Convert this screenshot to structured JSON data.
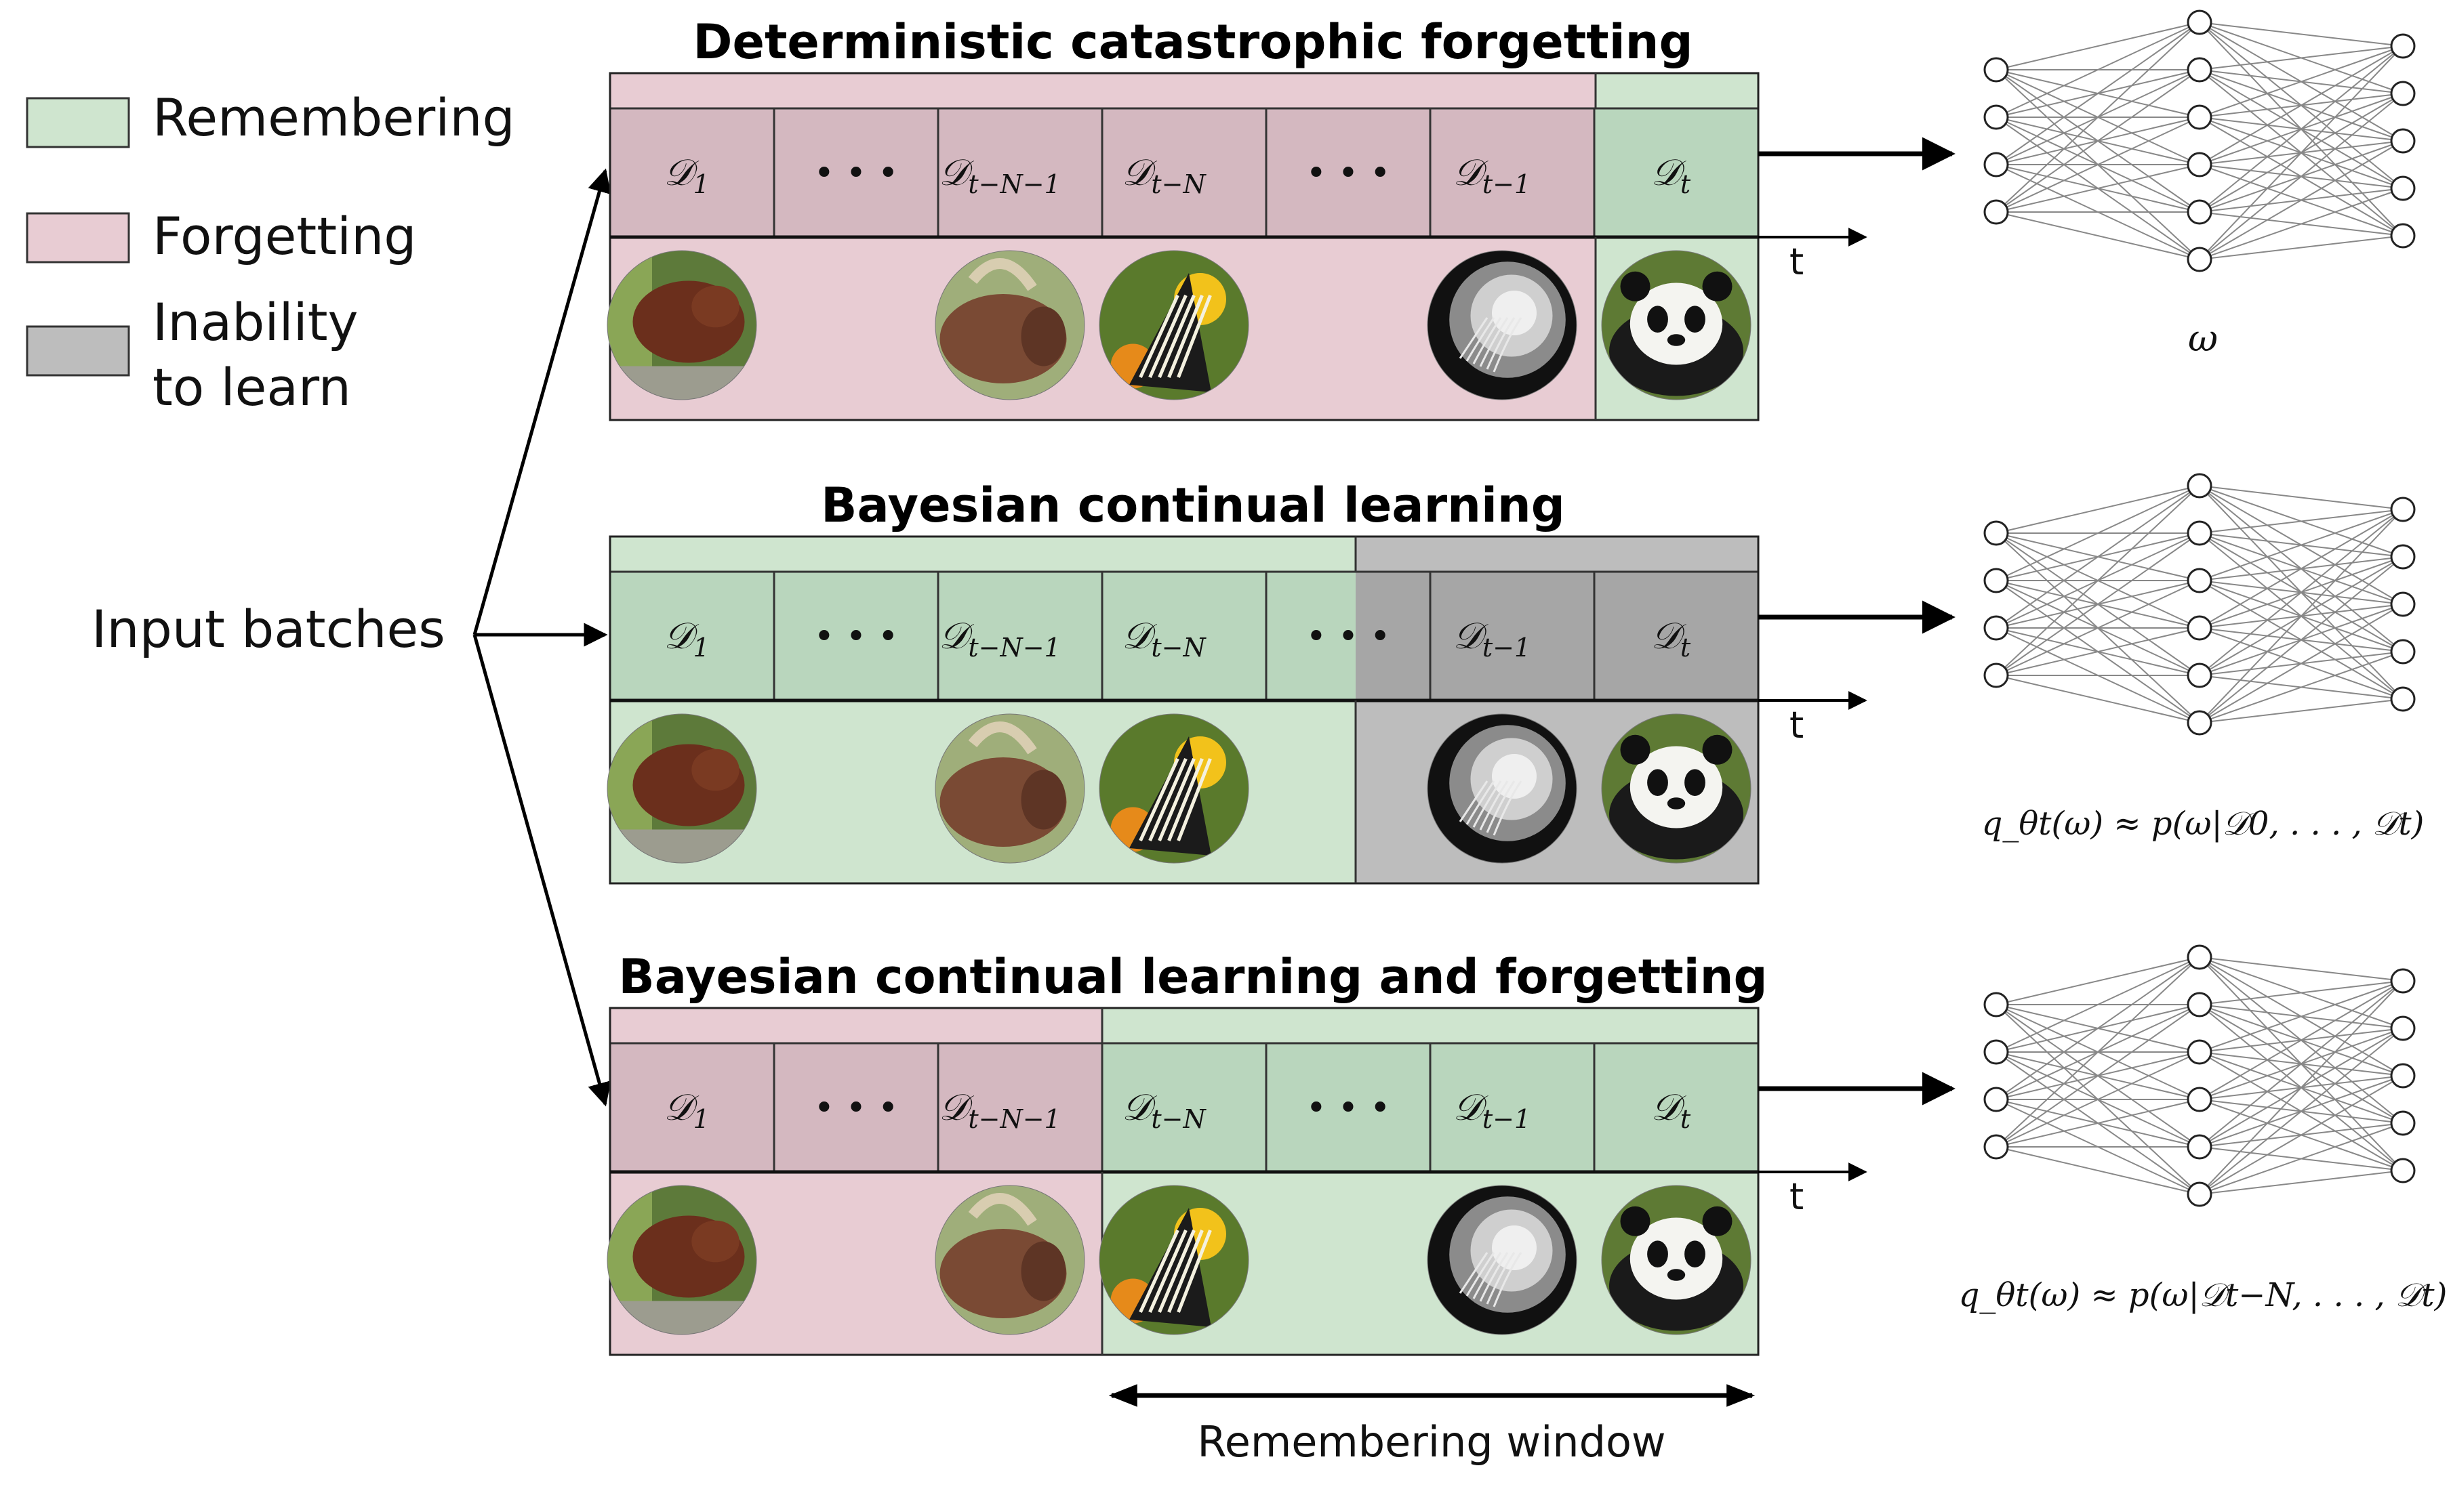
{
  "legend": {
    "items": [
      {
        "label": "Remembering",
        "color": "#cfe5cf"
      },
      {
        "label": "Forgetting",
        "color": "#e8ccd3"
      },
      {
        "label": "Inability",
        "label2": "to learn",
        "color": "#bdbdbd"
      }
    ]
  },
  "input_label": "Input batches",
  "time_label": "t",
  "panels": [
    {
      "title": "Deterministic catastrophic forgetting",
      "cells": [
        {
          "base": "𝒟",
          "sub": "1"
        },
        {
          "dots": "• • •"
        },
        {
          "base": "𝒟",
          "sub": "t−N−1"
        },
        {
          "base": "𝒟",
          "sub": "t−N"
        },
        {
          "dots": "• • •"
        },
        {
          "base": "𝒟",
          "sub": "t−1"
        },
        {
          "base": "𝒟",
          "sub": "t"
        }
      ],
      "net_label": "ω"
    },
    {
      "title": "Bayesian continual learning",
      "cells": [
        {
          "base": "𝒟",
          "sub": "1"
        },
        {
          "dots": "• • •"
        },
        {
          "base": "𝒟",
          "sub": "t−N−1"
        },
        {
          "base": "𝒟",
          "sub": "t−N"
        },
        {
          "dots": "• • •"
        },
        {
          "base": "𝒟",
          "sub": "t−1"
        },
        {
          "base": "𝒟",
          "sub": "t"
        }
      ],
      "net_label": "q_θt(ω) ≈ p(ω|𝒟0, . . . , 𝒟t)"
    },
    {
      "title": "Bayesian continual learning and forgetting",
      "cells": [
        {
          "base": "𝒟",
          "sub": "1"
        },
        {
          "dots": "• • •"
        },
        {
          "base": "𝒟",
          "sub": "t−N−1"
        },
        {
          "base": "𝒟",
          "sub": "t−N"
        },
        {
          "dots": "• • •"
        },
        {
          "base": "𝒟",
          "sub": "t−1"
        },
        {
          "base": "𝒟",
          "sub": "t"
        }
      ],
      "net_label": "q_θt(ω) ≈ p(ω|𝒟t−N, . . . , 𝒟t)"
    }
  ],
  "window_label": "Remembering window",
  "colors": {
    "remember_band": "#cfe5cf",
    "remember_cell": "#b9d6bd",
    "forget_band": "#e8ccd3",
    "forget_cell": "#d4b8c0",
    "inability_band": "#bdbdbd",
    "inability_cell": "#a6a6a6"
  },
  "images": [
    "tree-kangaroo",
    "bull",
    "butterfly",
    "jellyfish",
    "panda"
  ]
}
